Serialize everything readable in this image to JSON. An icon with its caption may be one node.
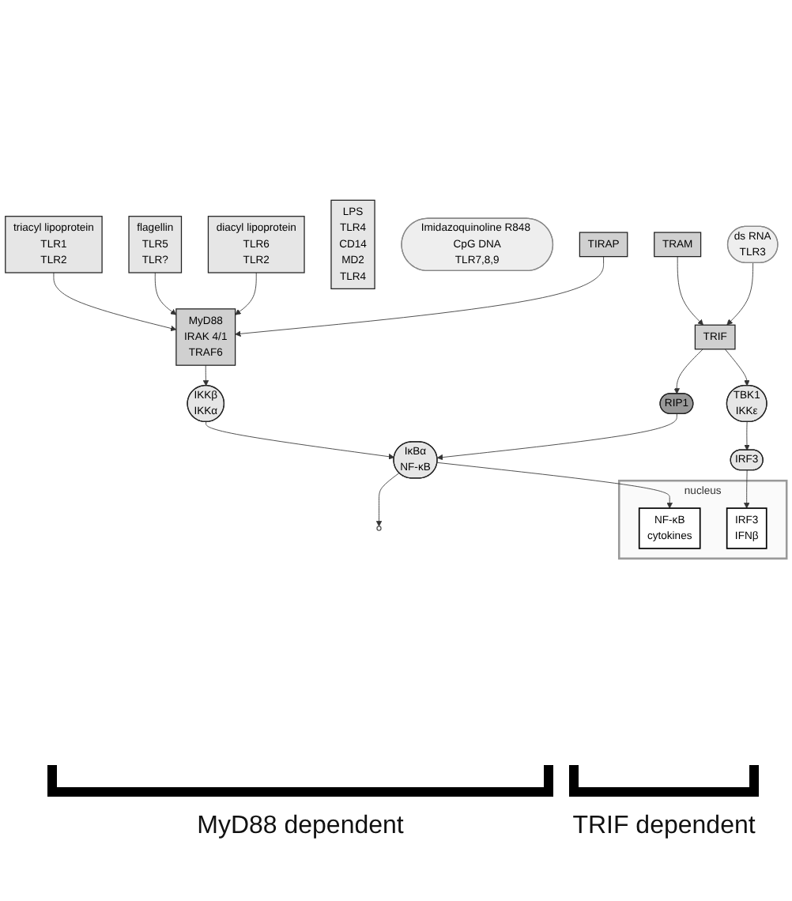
{
  "diagram": {
    "nodes": [
      {
        "text": [
          "triacyl lipoprotein",
          "TLR1",
          "TLR2"
        ]
      },
      {
        "text": [
          "flagellin",
          "TLR5",
          "TLR?"
        ]
      },
      {
        "text": [
          "diacyl lipoprotein",
          "TLR6",
          "TLR2"
        ]
      },
      {
        "text": [
          "LPS",
          "TLR4",
          "CD14",
          "MD2",
          "TLR4"
        ]
      },
      {
        "text": [
          "Imidazoquinoline R848 CpG DNA",
          "TLR7,8,9"
        ]
      },
      {
        "text": [
          "TIRAP"
        ]
      },
      {
        "text": [
          "TRAM"
        ]
      },
      {
        "text": [
          "ds RNA",
          "TLR3"
        ]
      },
      {
        "text": [
          "MyD88",
          "IRAK 4/1",
          "TRAF6"
        ]
      },
      {
        "text": [
          "TRIF"
        ]
      },
      {
        "text": [
          "IKKβ",
          "IKKα"
        ]
      },
      {
        "text": [
          "RIP1"
        ]
      },
      {
        "text": [
          "TBK1",
          "IKKε"
        ]
      },
      {
        "text": [
          "IκBα",
          "NF-κB"
        ]
      },
      {
        "text": [],
        "shape": "circle"
      },
      {
        "text": [
          "IRF3"
        ]
      },
      {
        "text": [
          "nucleus"
        ]
      },
      {
        "text": [
          "NF-κB",
          "cytokines"
        ],
        "in": 16
      },
      {
        "text": [
          "IRF3",
          "IFNβ"
        ],
        "in": 16
      }
    ],
    "edges": [
      {
        "from": 0,
        "to": 8,
        "arrow": "to"
      },
      {
        "from": 1,
        "to": 8,
        "arrow": "to"
      },
      {
        "from": 2,
        "to": 8,
        "arrow": "to"
      },
      {
        "from": 5,
        "to": 8,
        "arrow": "to"
      },
      {
        "from": 6,
        "to": 9,
        "arrow": "to"
      },
      {
        "from": 7,
        "to": 9,
        "arrow": "to"
      },
      {
        "from": 8,
        "to": 10,
        "arrow": "to"
      },
      {
        "from": 9,
        "to": 11,
        "arrow": "to"
      },
      {
        "from": 9,
        "to": 12,
        "arrow": "to"
      },
      {
        "from": 10,
        "to": 13,
        "arrow": "to"
      },
      {
        "from": 11,
        "to": 13,
        "arrow": "to"
      },
      {
        "from": 13,
        "to": 14,
        "arrow": "to"
      },
      {
        "from": 12,
        "to": 15,
        "arrow": "to"
      },
      {
        "from": 13,
        "to": 17,
        "arrow": "to"
      },
      {
        "from": 15,
        "to": 18,
        "arrow": "to"
      }
    ],
    "labels": [
      "MyD88 dependent",
      "TRIF dependent"
    ]
  }
}
